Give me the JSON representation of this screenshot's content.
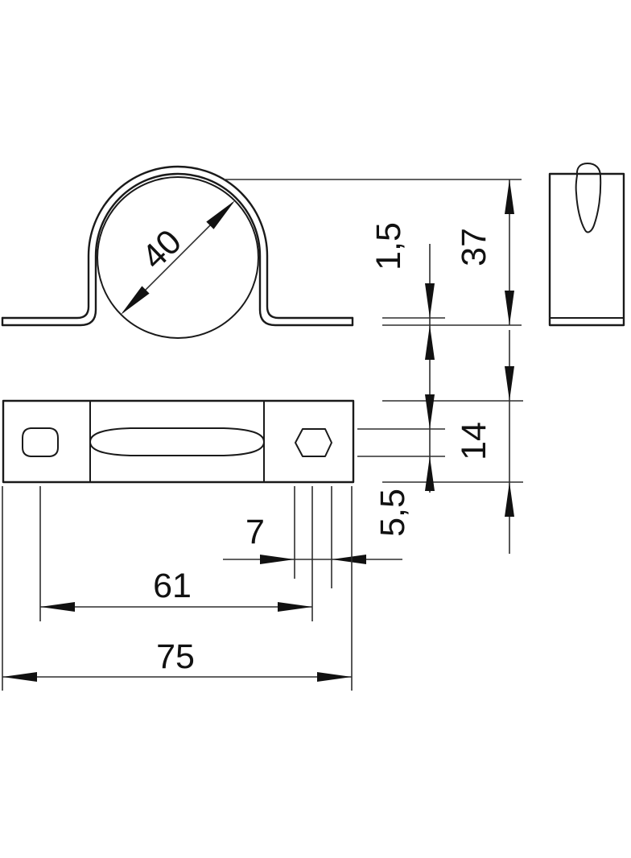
{
  "drawing": {
    "kind": "technical-dimension-drawing",
    "background_color": "#ffffff",
    "line_color": "#1a1a1a",
    "views": 3,
    "dims": {
      "diameter": "40",
      "thickness": "1,5",
      "height": "37",
      "base_width": "14",
      "hole_height": "5,5",
      "hole_length": "7",
      "hole_spacing": "61",
      "overall_length": "75"
    }
  }
}
